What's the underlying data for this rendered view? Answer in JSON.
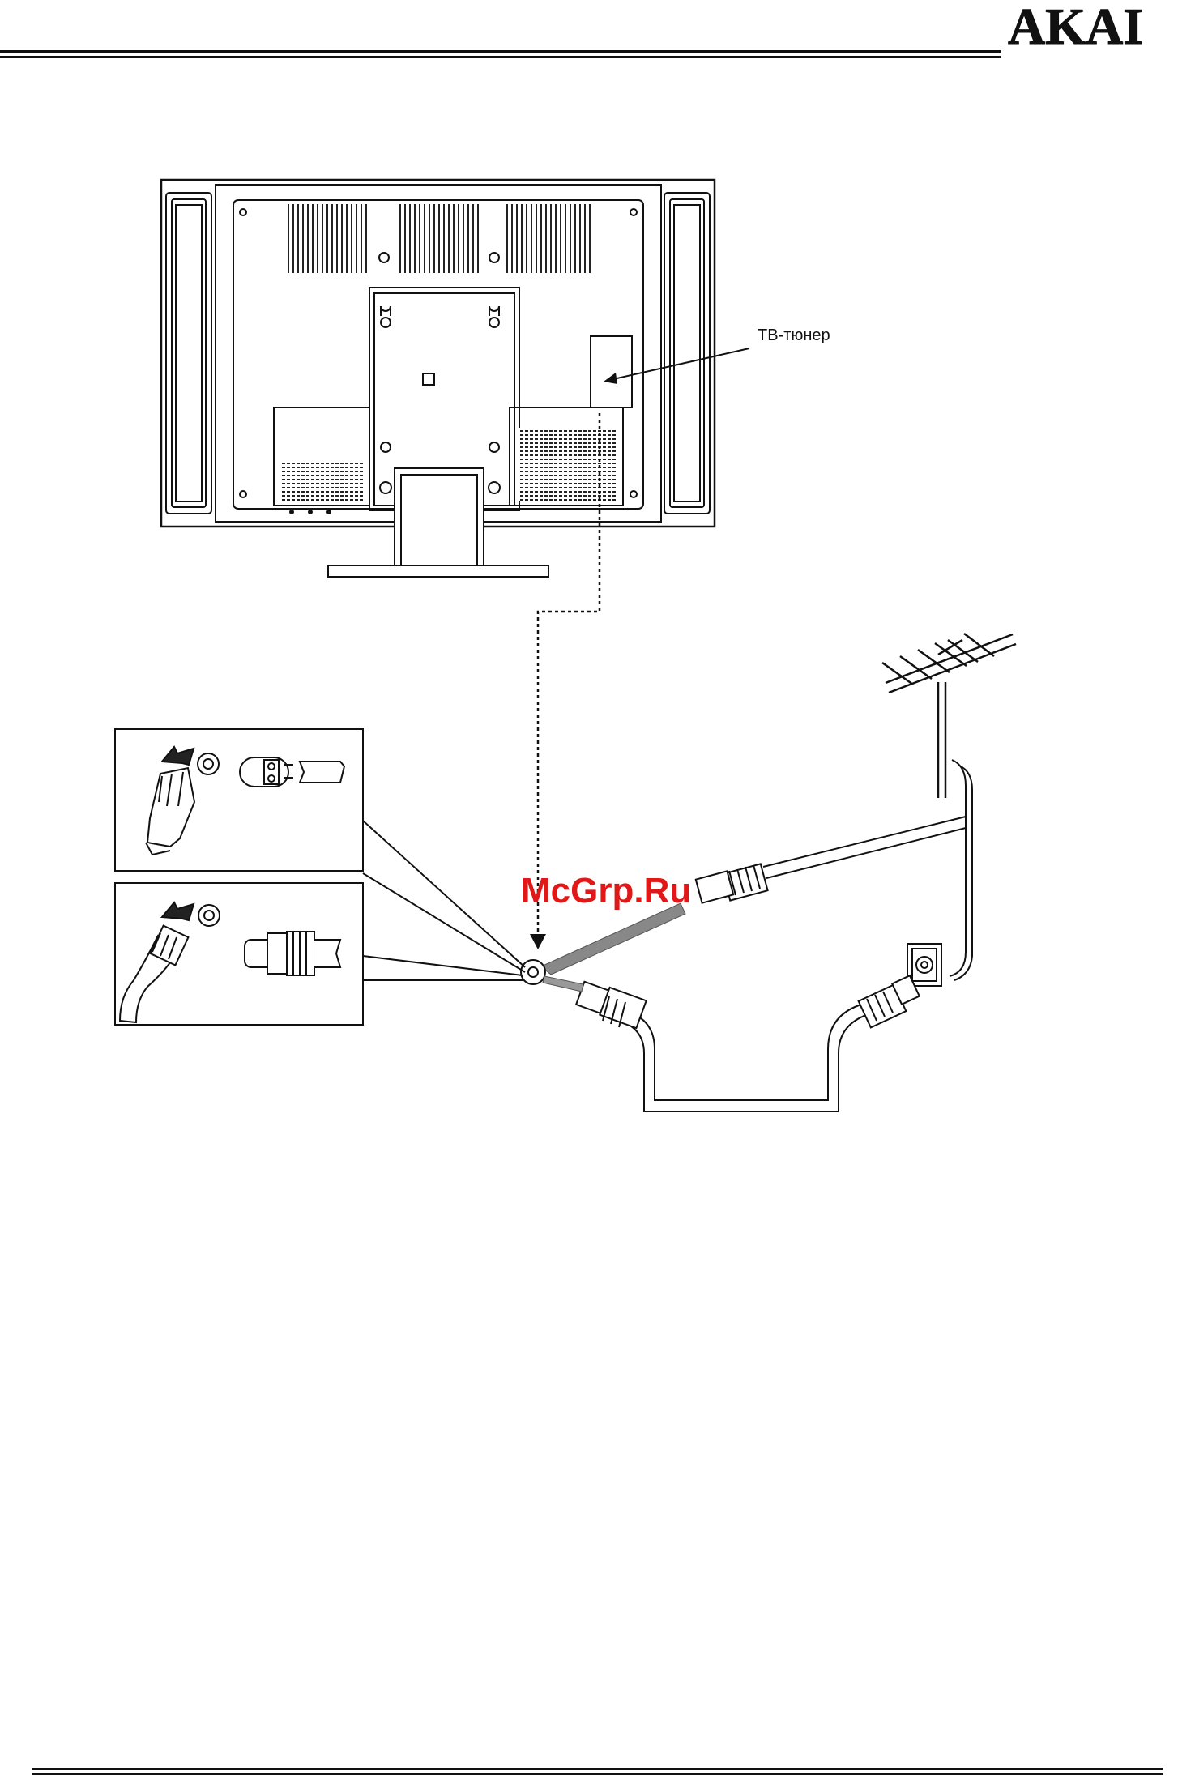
{
  "header": {
    "brand": "AKAI"
  },
  "figure": {
    "tuner_label": "ТВ-тюнер",
    "watermark": "McGrp.Ru"
  }
}
